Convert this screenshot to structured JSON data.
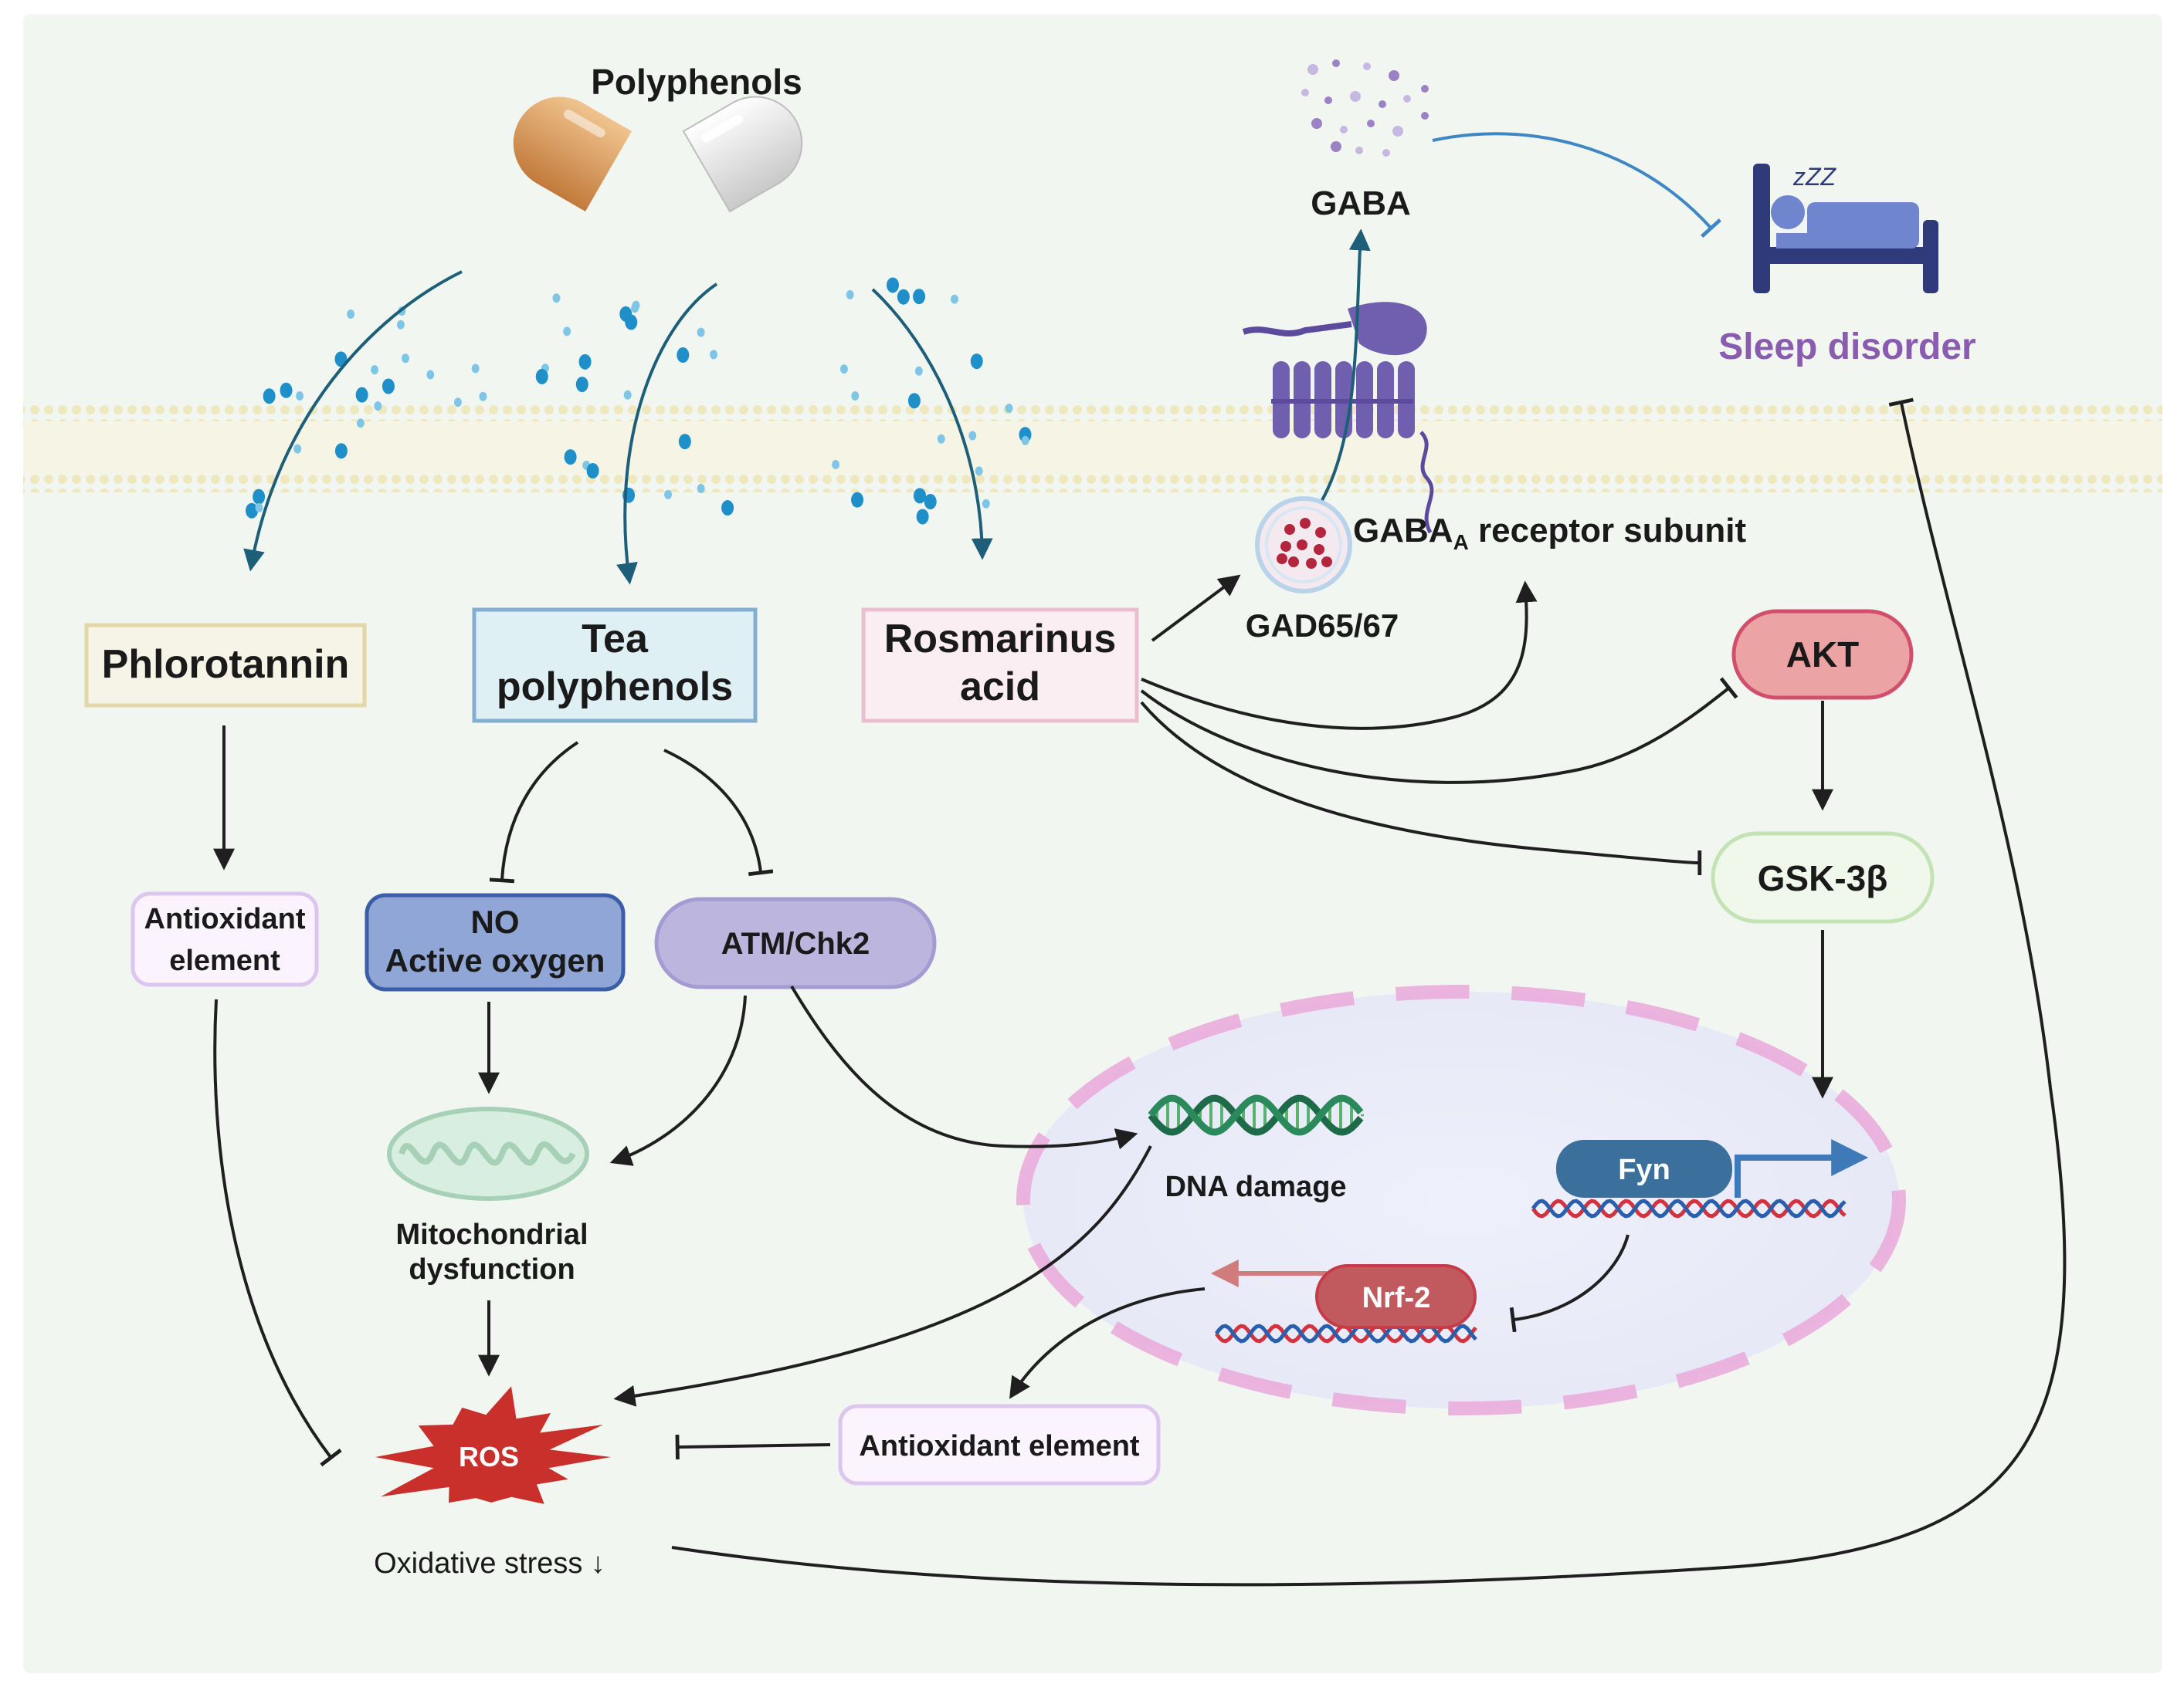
{
  "title": "Polyphenols",
  "nodes": {
    "phlorotannin": "Phlorotannin",
    "tea_polyphenols": [
      "Tea",
      "polyphenols"
    ],
    "rosmarinus_acid": [
      "Rosmarinus",
      "acid"
    ],
    "gaba": "GABA",
    "sleep_disorder": "Sleep disorder",
    "gad": "GAD65/67",
    "gaba_receptor_main": "GABA",
    "gaba_receptor_sub": "A",
    "gaba_receptor_rest": " receptor subunit",
    "akt": "AKT",
    "gsk3b": "GSK-3β",
    "antioxidant_element_left": [
      "Antioxidant",
      "element"
    ],
    "no_active_oxygen": [
      "NO",
      "Active oxygen"
    ],
    "atm_chk2": "ATM/Chk2",
    "mitochondrial_dysfunction": [
      "Mitochondrial",
      "dysfunction"
    ],
    "dna_damage": "DNA damage",
    "fyn": "Fyn",
    "nrf2": "Nrf-2",
    "ros": "ROS",
    "oxidative_stress": "Oxidative stress ↓",
    "antioxidant_element_bottom": "Antioxidant element",
    "zzz": "zZZ"
  },
  "colors": {
    "background": "#f1f6f0",
    "arrow_dark": "#1f1f1f",
    "arrow_teal": "#1d5f78",
    "dot_blue": "#1f8fc9",
    "dot_light": "#7fc6e6",
    "sleep_purple": "#8a5cb0",
    "receptor_purple": "#6f5fae",
    "ros_red": "#c9302c",
    "akt_fill": "#ec9fa0",
    "nrf2_fill": "#c05a5e",
    "fyn_fill": "#3b6f9c",
    "membrane": "#efe8c3",
    "nucleus_border": "#e39bd0"
  }
}
